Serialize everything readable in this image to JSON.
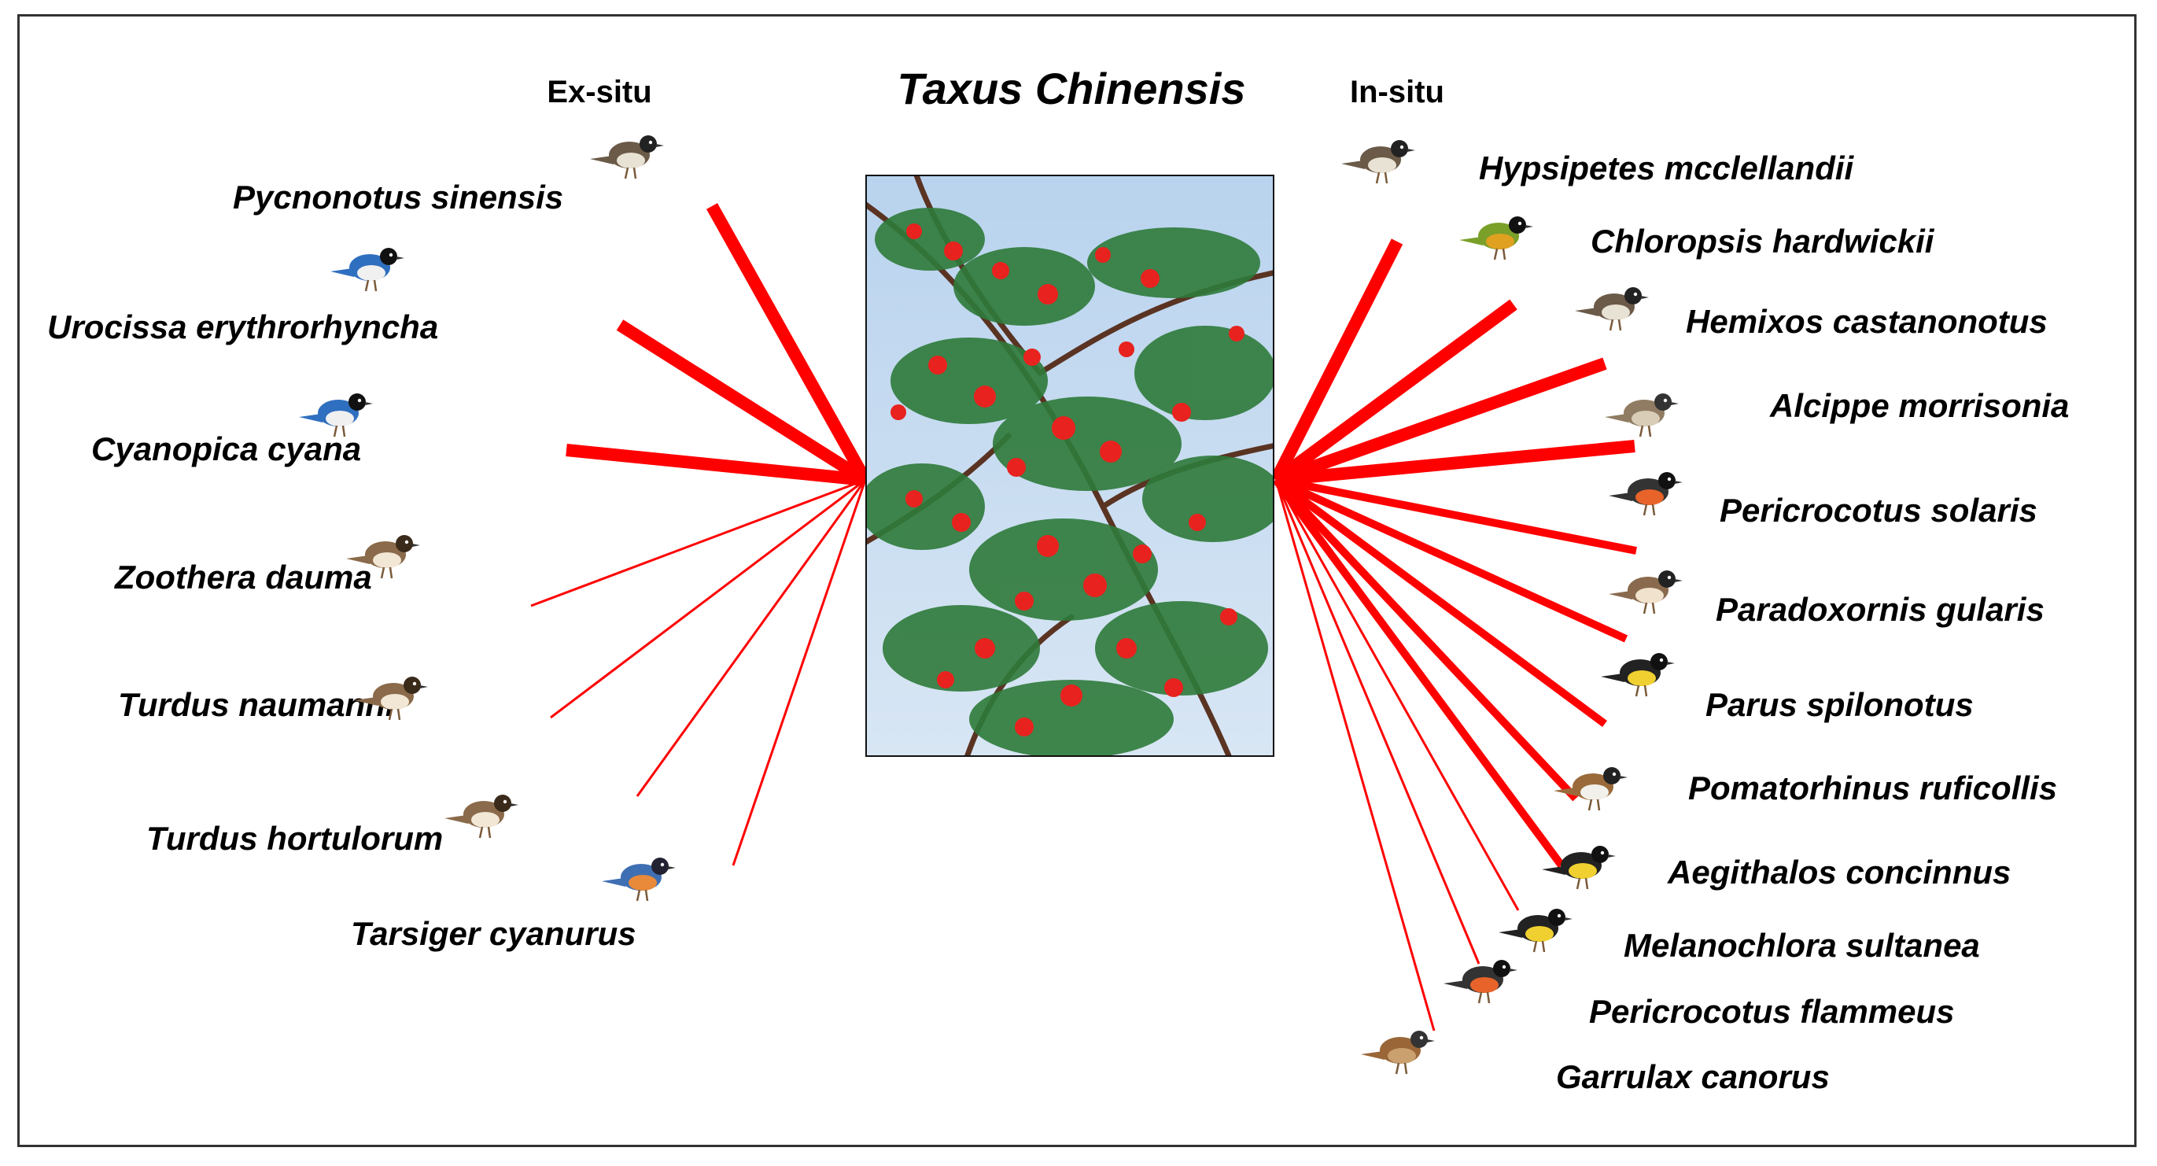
{
  "diagram": {
    "title": "Taxus Chinensis",
    "exsitu_label": "Ex-situ",
    "insitu_label": "In-situ",
    "link_color": "#ff0000",
    "exsitu_birds": [
      {
        "name": "Pycnonotus sinensis",
        "weight": "strong",
        "icon": "bulbul-icon"
      },
      {
        "name": "Urocissa erythrorhyncha",
        "weight": "strong",
        "icon": "magpie-icon"
      },
      {
        "name": "Cyanopica cyana",
        "weight": "strong",
        "icon": "magpie-icon"
      },
      {
        "name": "Zoothera dauma",
        "weight": "weak",
        "icon": "thrush-icon"
      },
      {
        "name": "Turdus naumanni",
        "weight": "weak",
        "icon": "thrush-icon"
      },
      {
        "name": "Turdus hortulorum",
        "weight": "weak",
        "icon": "thrush-icon"
      },
      {
        "name": "Tarsiger cyanurus",
        "weight": "weak",
        "icon": "bluetail-icon"
      }
    ],
    "insitu_birds": [
      {
        "name": "Hypsipetes mcclellandii",
        "weight": "strong",
        "icon": "bulbul-icon"
      },
      {
        "name": "Chloropsis hardwickii",
        "weight": "strong",
        "icon": "leafbird-icon"
      },
      {
        "name": "Hemixos castanonotus",
        "weight": "strong",
        "icon": "bulbul-icon"
      },
      {
        "name": "Alcippe morrisonia",
        "weight": "strong",
        "icon": "babbler-icon"
      },
      {
        "name": "Pericrocotus solaris",
        "weight": "medium",
        "icon": "minivet-icon"
      },
      {
        "name": "Paradoxornis gularis",
        "weight": "medium",
        "icon": "parrotbill-icon"
      },
      {
        "name": "Parus spilonotus",
        "weight": "medium",
        "icon": "tit-icon"
      },
      {
        "name": "Pomatorhinus ruficollis",
        "weight": "medium",
        "icon": "scimitar-babbler-icon"
      },
      {
        "name": "Aegithalos concinnus",
        "weight": "medium",
        "icon": "tit-icon"
      },
      {
        "name": "Melanochlora sultanea",
        "weight": "weak",
        "icon": "tit-icon"
      },
      {
        "name": "Pericrocotus flammeus",
        "weight": "weak",
        "icon": "minivet-icon"
      },
      {
        "name": "Garrulax canorus",
        "weight": "weak",
        "icon": "laughingthrush-icon"
      }
    ]
  }
}
